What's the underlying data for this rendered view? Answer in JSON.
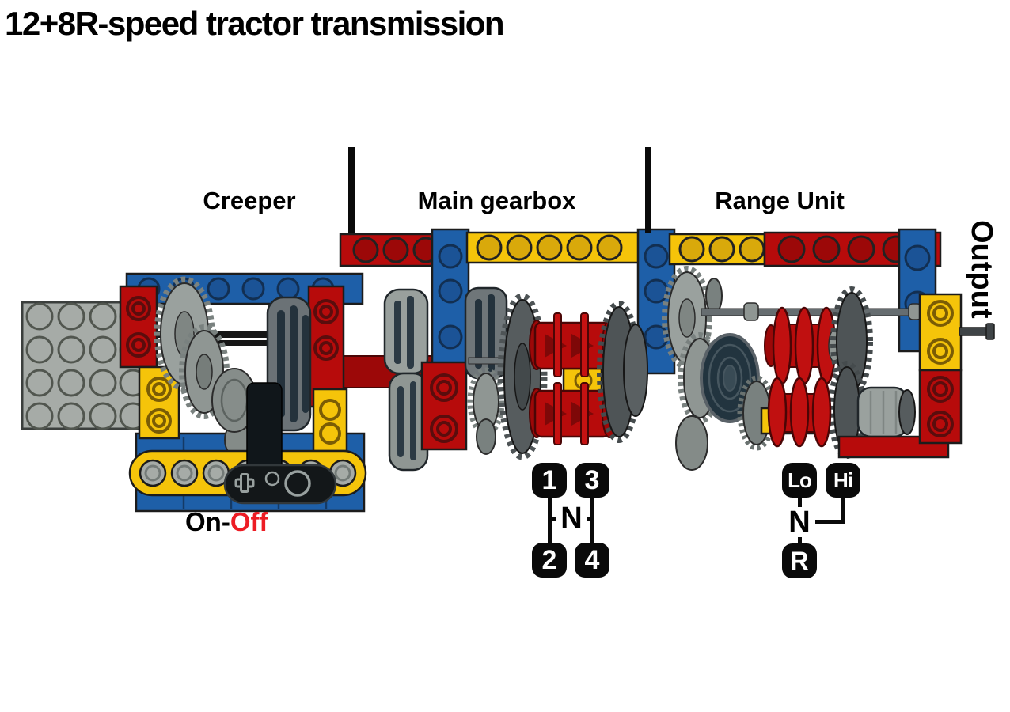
{
  "title": "12+8R-speed tractor transmission",
  "section_labels": {
    "creeper": "Creeper",
    "main_gearbox": "Main gearbox",
    "range_unit": "Range Unit"
  },
  "output_label": "Output",
  "power_switch": {
    "on_part": "On-",
    "off_part": "Off",
    "off_color": "#ED1C24"
  },
  "shift_pattern_main": {
    "pos1": "1",
    "pos3": "3",
    "pos2": "2",
    "pos4": "4",
    "neutral": "N"
  },
  "shift_pattern_range": {
    "low": "Lo",
    "high": "Hi",
    "neutral": "N",
    "reverse": "R"
  },
  "palette": {
    "lego_red": "#B70B0B",
    "lego_yellow": "#F5C40A",
    "lego_blue": "#1E5FA8",
    "lego_light_gray": "#A6ABA7",
    "lego_gear_gray": "#9AA19E",
    "lego_dark_gear": "#565C5E",
    "knob_wheel_dark": "#24323C",
    "label_black": "#0A0A0A",
    "off_red": "#ED1C24"
  }
}
